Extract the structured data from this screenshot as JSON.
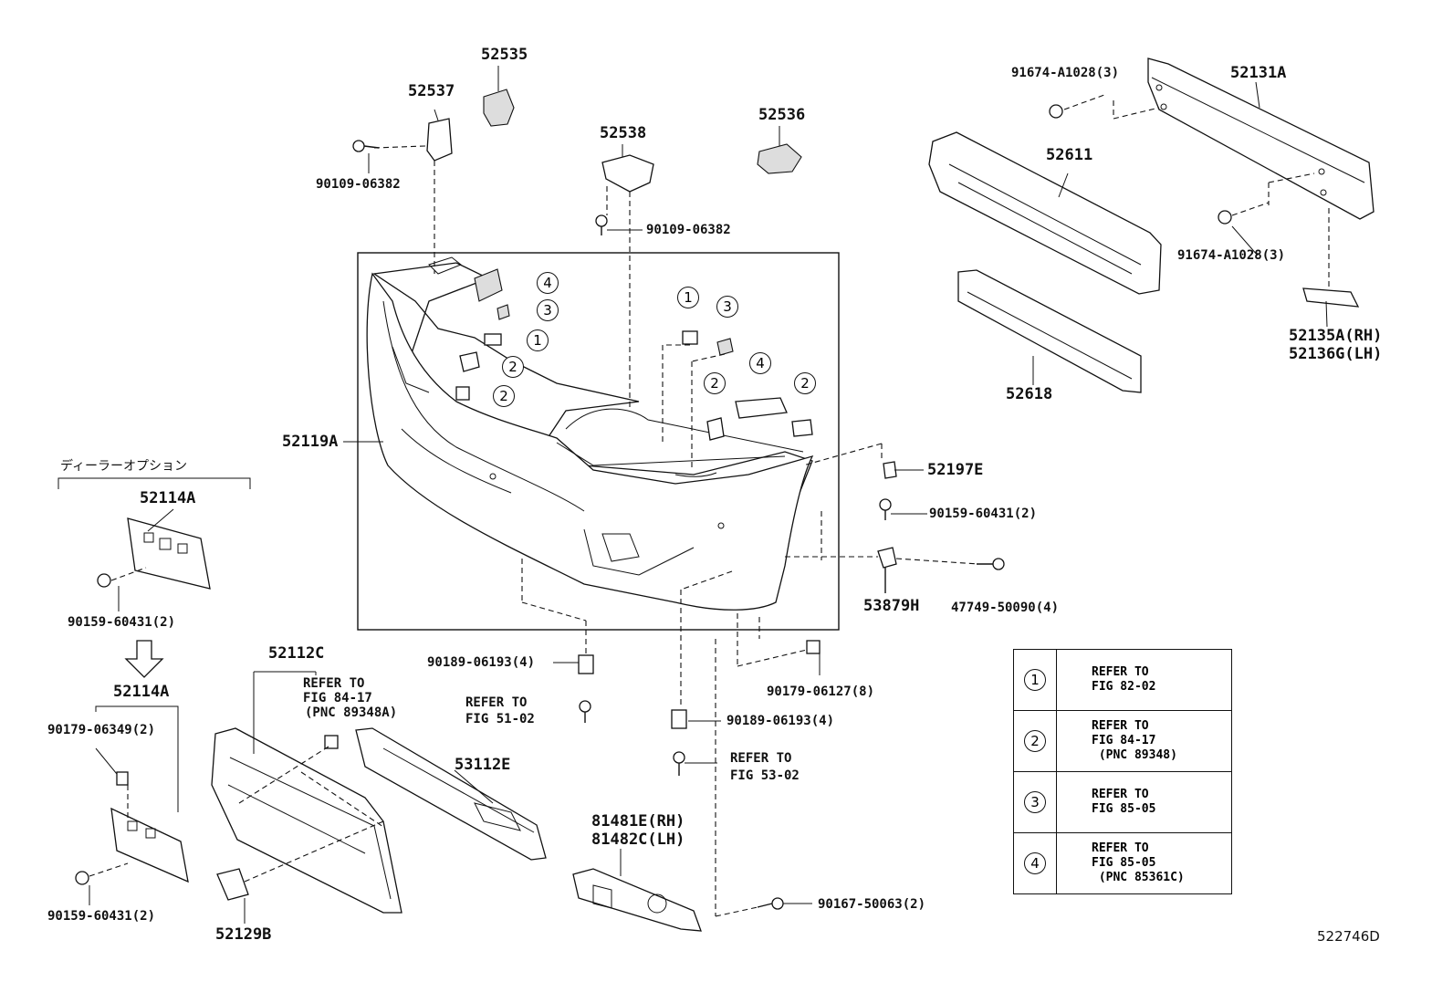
{
  "diagram_id": "522746D",
  "dealer_option": "ディーラーオプション",
  "callouts": {
    "p52535": "52535",
    "p52537": "52537",
    "p52538": "52538",
    "p52536": "52536",
    "p52131A": "52131A",
    "p52611": "52611",
    "p52618": "52618",
    "p91674a": "91674-A1028(3)",
    "p91674b": "91674-A1028(3)",
    "p52135A": "52135A(RH)",
    "p52136G": "52136G(LH)",
    "p90109a": "90109-06382",
    "p90109b": "90109-06382",
    "p52119A": "52119A",
    "p52197E": "52197E",
    "p90159c": "90159-60431(2)",
    "p53879H": "53879H",
    "p47749": "47749-50090(4)",
    "p52114A_top": "52114A",
    "p90159a": "90159-60431(2)",
    "p52114A_bot": "52114A",
    "p90179_349": "90179-06349(2)",
    "p90159b": "90159-60431(2)",
    "p52112C": "52112C",
    "p52129B": "52129B",
    "p53112E": "53112E",
    "p90189a": "90189-06193(4)",
    "p90189b": "90189-06193(4)",
    "p90179_127": "90179-06127(8)",
    "p81481E": "81481E(RH)",
    "p81482C": "81482C(LH)",
    "p90167": "90167-50063(2)"
  },
  "refer_notes": {
    "r8417_l1": "REFER TO",
    "r8417_l2": "FIG 84-17",
    "r8417_l3": "(PNC 89348A)",
    "r5102_l1": "REFER TO",
    "r5102_l2": "FIG 51-02",
    "r5302_l1": "REFER TO",
    "r5302_l2": "FIG 53-02"
  },
  "bumper_markers": [
    "4",
    "3",
    "1",
    "2",
    "2",
    "1",
    "3",
    "4",
    "2",
    "2"
  ],
  "reference_table": [
    {
      "key": "1",
      "l1": "REFER TO",
      "l2": "FIG 82-02",
      "l3": ""
    },
    {
      "key": "2",
      "l1": "REFER TO",
      "l2": "FIG 84-17",
      "l3": "(PNC 89348)"
    },
    {
      "key": "3",
      "l1": "REFER TO",
      "l2": "FIG 85-05",
      "l3": ""
    },
    {
      "key": "4",
      "l1": "REFER TO",
      "l2": "FIG 85-05",
      "l3": "(PNC 85361C)"
    }
  ]
}
